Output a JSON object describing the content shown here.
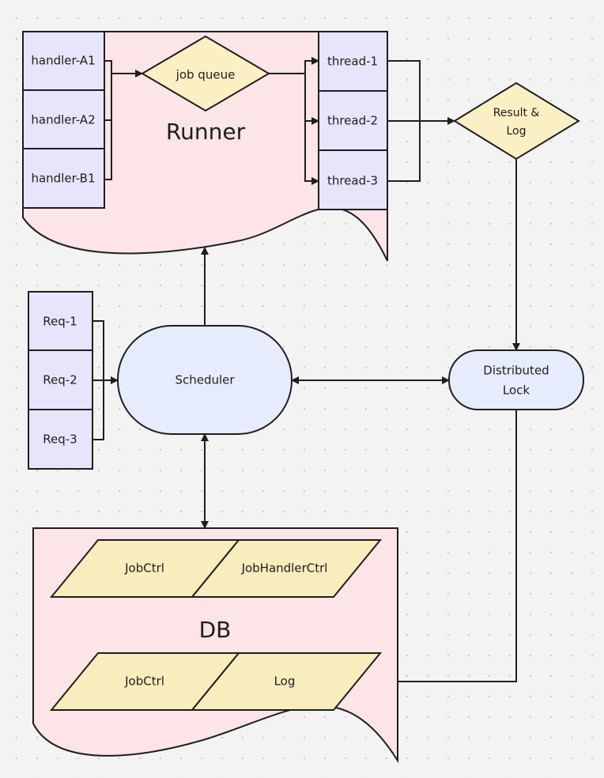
{
  "diagram": {
    "colors": {
      "stroke": "#1e1e1e",
      "group_fill": "#fde4e6",
      "box_fill": "#e8e4fb",
      "decision_fill": "#fbefc4",
      "terminal_fill": "#e6ecfc",
      "io_fill": "#f9ecbd"
    },
    "runner": {
      "title": "Runner",
      "handlers": [
        "handler-A1",
        "handler-A2",
        "handler-B1"
      ],
      "queue": "job queue",
      "threads": [
        "thread-1",
        "thread-2",
        "thread-3"
      ]
    },
    "result": {
      "line1": "Result &",
      "line2": "Log"
    },
    "requests": [
      "Req-1",
      "Req-2",
      "Req-3"
    ],
    "scheduler": "Scheduler",
    "lock": {
      "line1": "Distributed",
      "line2": "Lock"
    },
    "db": {
      "title": "DB",
      "row1": [
        "JobCtrl",
        "JobHandlerCtrl"
      ],
      "row2": [
        "JobCtrl",
        "Log"
      ]
    }
  }
}
